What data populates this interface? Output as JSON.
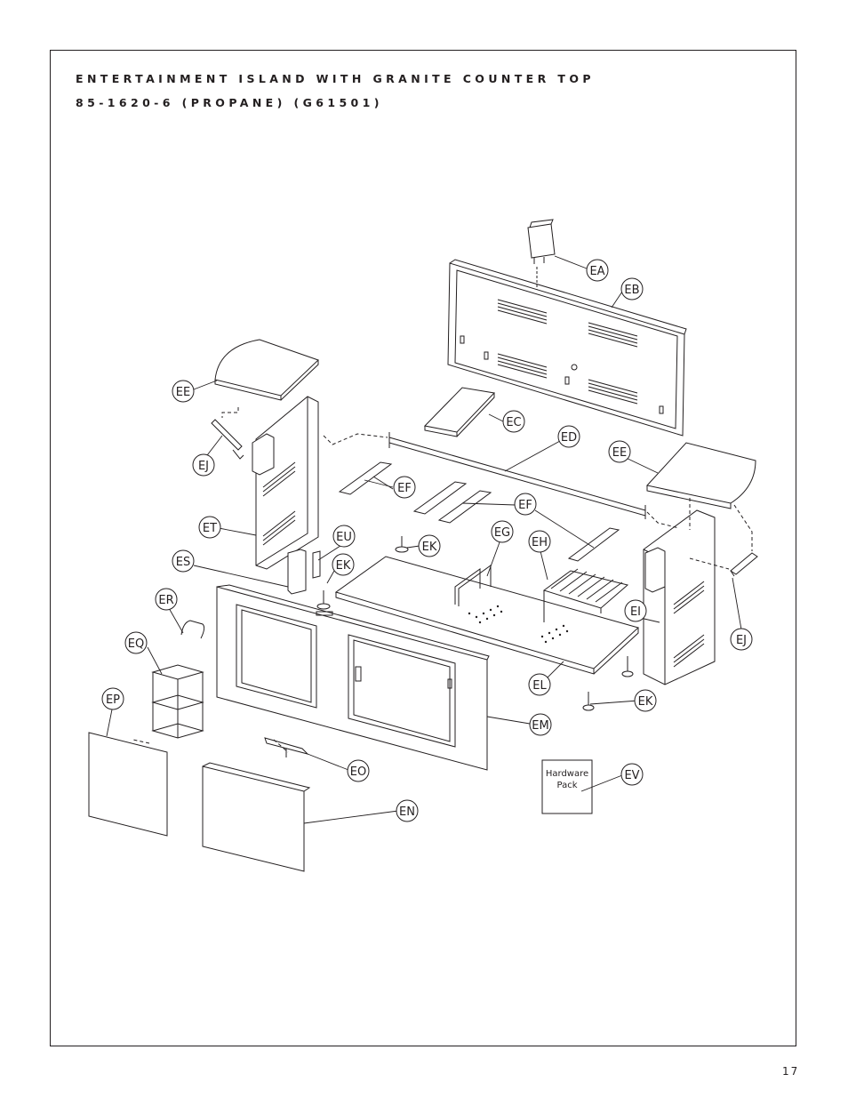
{
  "header": {
    "title_line1": "ENTERTAINMENT ISLAND WITH GRANITE COUNTER TOP",
    "title_line2": "85-1620-6 (PROPANE) (G61501)"
  },
  "hardware_pack": {
    "line1": "Hardware",
    "line2": "Pack"
  },
  "callouts": {
    "EA": "EA",
    "EB": "EB",
    "EC": "EC",
    "ED": "ED",
    "EE_left": "EE",
    "EE_right": "EE",
    "EF_1": "EF",
    "EF_2": "EF",
    "EG": "EG",
    "EH": "EH",
    "EI": "EI",
    "EJ_left": "EJ",
    "EJ_right": "EJ",
    "EK_1": "EK",
    "EK_2": "EK",
    "EK_3": "EK",
    "EL": "EL",
    "EM": "EM",
    "EN": "EN",
    "EO": "EO",
    "EP": "EP",
    "EQ": "EQ",
    "ER": "ER",
    "ES": "ES",
    "ET": "ET",
    "EU": "EU",
    "EV": "EV"
  },
  "footer": {
    "page_number": "17"
  }
}
